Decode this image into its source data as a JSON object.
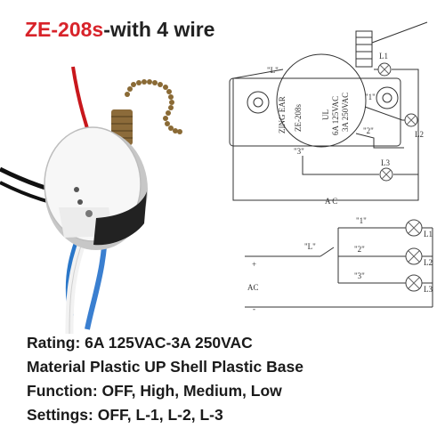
{
  "title": {
    "model": "ZE-208s",
    "suffix": "-with 4 wire"
  },
  "switch_label": {
    "brand": "ZING EAR",
    "model": "ZE-208s",
    "rating1": "6A 125VAC",
    "rating2": "3A 250VAC"
  },
  "diagram_top": {
    "common": "\"L\"",
    "pos1": "\"1\"",
    "pos2": "\"2\"",
    "pos3": "\"3\"",
    "lamp1": "L1",
    "lamp2": "L2",
    "lamp3": "L3",
    "supply": "A C"
  },
  "diagram_bottom": {
    "common": "\"L\"",
    "pos1": "\"1\"",
    "pos2": "\"2\"",
    "pos3": "\"3\"",
    "lamp1": "L1",
    "lamp2": "L2",
    "lamp3": "L3",
    "plus": "+",
    "ac": "AC",
    "minus": "-"
  },
  "specs": [
    "Rating: 6A 125VAC-3A 250VAC",
    "Material Plastic UP Shell Plastic Base",
    "Function: OFF, High, Medium, Low",
    "Settings: OFF, L-1, L-2, L-3"
  ]
}
